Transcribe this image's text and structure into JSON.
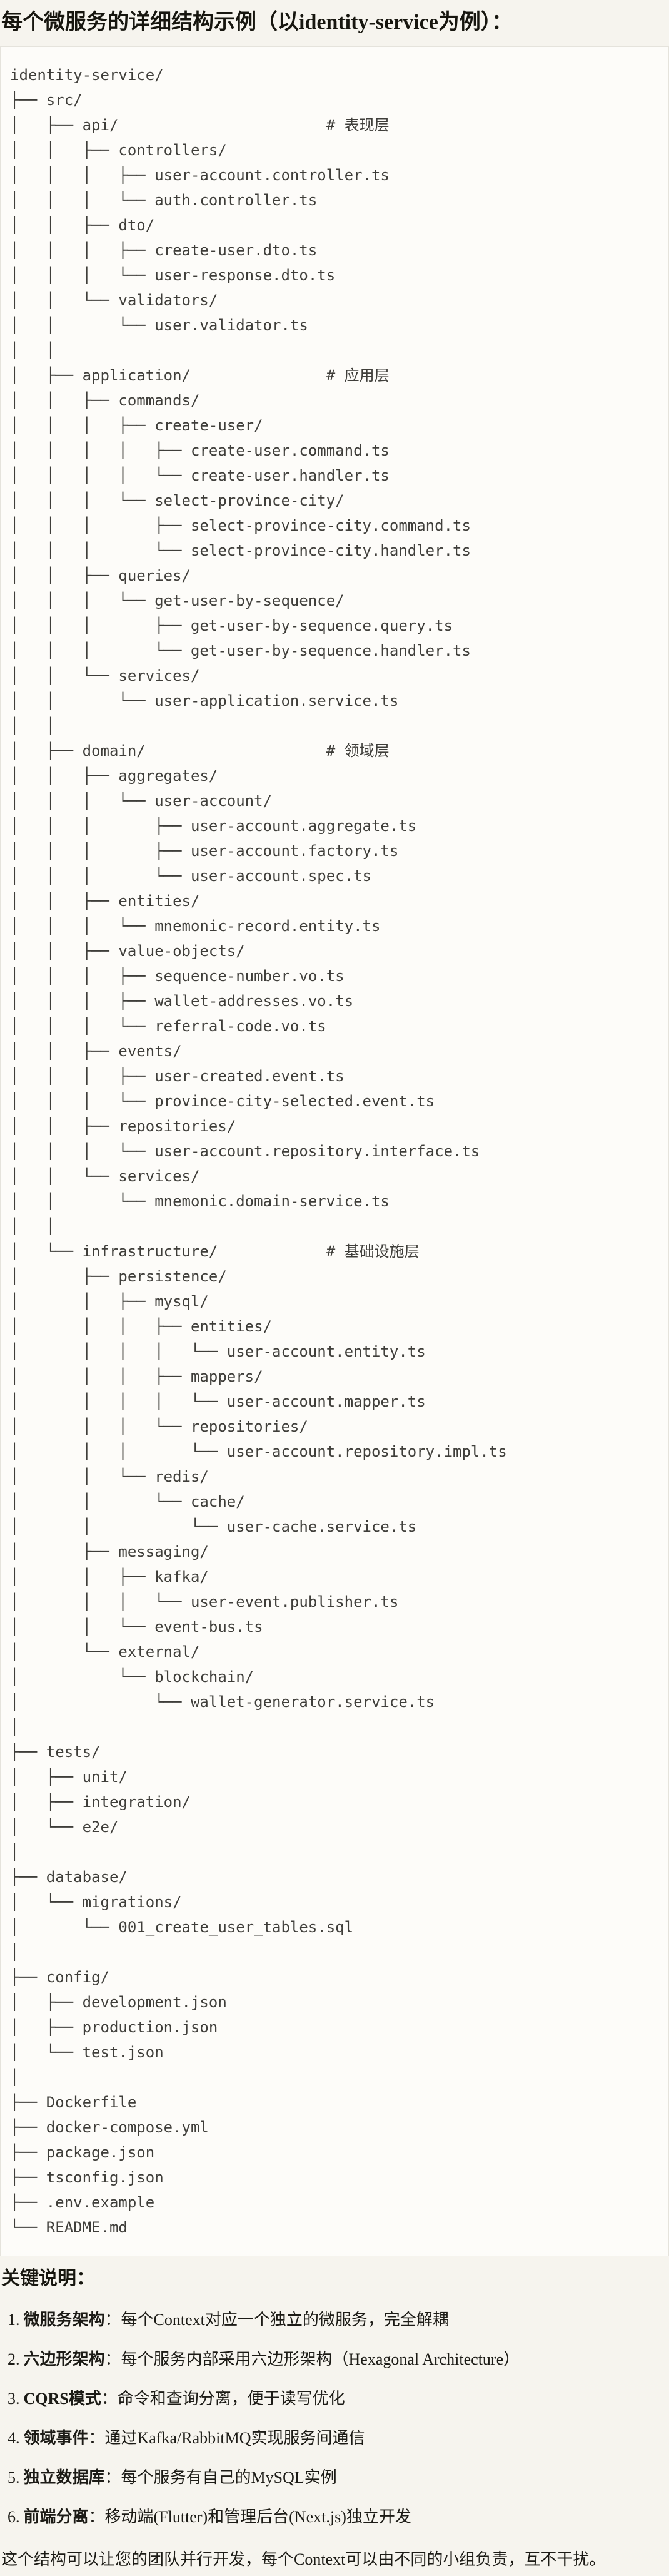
{
  "title": "每个微服务的详细结构示例（以identity-service为例）：",
  "tree_lines": [
    "identity-service/",
    "├── src/",
    "│   ├── api/                       # 表现层",
    "│   │   ├── controllers/",
    "│   │   │   ├── user-account.controller.ts",
    "│   │   │   └── auth.controller.ts",
    "│   │   ├── dto/",
    "│   │   │   ├── create-user.dto.ts",
    "│   │   │   └── user-response.dto.ts",
    "│   │   └── validators/",
    "│   │       └── user.validator.ts",
    "│   │",
    "│   ├── application/               # 应用层",
    "│   │   ├── commands/",
    "│   │   │   ├── create-user/",
    "│   │   │   │   ├── create-user.command.ts",
    "│   │   │   │   └── create-user.handler.ts",
    "│   │   │   └── select-province-city/",
    "│   │   │       ├── select-province-city.command.ts",
    "│   │   │       └── select-province-city.handler.ts",
    "│   │   ├── queries/",
    "│   │   │   └── get-user-by-sequence/",
    "│   │   │       ├── get-user-by-sequence.query.ts",
    "│   │   │       └── get-user-by-sequence.handler.ts",
    "│   │   └── services/",
    "│   │       └── user-application.service.ts",
    "│   │",
    "│   ├── domain/                    # 领域层",
    "│   │   ├── aggregates/",
    "│   │   │   └── user-account/",
    "│   │   │       ├── user-account.aggregate.ts",
    "│   │   │       ├── user-account.factory.ts",
    "│   │   │       └── user-account.spec.ts",
    "│   │   ├── entities/",
    "│   │   │   └── mnemonic-record.entity.ts",
    "│   │   ├── value-objects/",
    "│   │   │   ├── sequence-number.vo.ts",
    "│   │   │   ├── wallet-addresses.vo.ts",
    "│   │   │   └── referral-code.vo.ts",
    "│   │   ├── events/",
    "│   │   │   ├── user-created.event.ts",
    "│   │   │   └── province-city-selected.event.ts",
    "│   │   ├── repositories/",
    "│   │   │   └── user-account.repository.interface.ts",
    "│   │   └── services/",
    "│   │       └── mnemonic.domain-service.ts",
    "│   │",
    "│   └── infrastructure/            # 基础设施层",
    "│       ├── persistence/",
    "│       │   ├── mysql/",
    "│       │   │   ├── entities/",
    "│       │   │   │   └── user-account.entity.ts",
    "│       │   │   ├── mappers/",
    "│       │   │   │   └── user-account.mapper.ts",
    "│       │   │   └── repositories/",
    "│       │   │       └── user-account.repository.impl.ts",
    "│       │   └── redis/",
    "│       │       └── cache/",
    "│       │           └── user-cache.service.ts",
    "│       ├── messaging/",
    "│       │   ├── kafka/",
    "│       │   │   └── user-event.publisher.ts",
    "│       │   └── event-bus.ts",
    "│       └── external/",
    "│           └── blockchain/",
    "│               └── wallet-generator.service.ts",
    "│",
    "├── tests/",
    "│   ├── unit/",
    "│   ├── integration/",
    "│   └── e2e/",
    "│",
    "├── database/",
    "│   └── migrations/",
    "│       └── 001_create_user_tables.sql",
    "│",
    "├── config/",
    "│   ├── development.json",
    "│   ├── production.json",
    "│   └── test.json",
    "│",
    "├── Dockerfile",
    "├── docker-compose.yml",
    "├── package.json",
    "├── tsconfig.json",
    "├── .env.example",
    "└── README.md"
  ],
  "notes": {
    "heading": "关键说明：",
    "items": [
      {
        "num": "1.",
        "label": "微服务架构",
        "text": "：每个Context对应一个独立的微服务，完全解耦"
      },
      {
        "num": "2.",
        "label": "六边形架构",
        "text": "：每个服务内部采用六边形架构（Hexagonal Architecture）"
      },
      {
        "num": "3.",
        "label": "CQRS模式",
        "text": "：命令和查询分离，便于读写优化"
      },
      {
        "num": "4.",
        "label": "领域事件",
        "text": "：通过Kafka/RabbitMQ实现服务间通信"
      },
      {
        "num": "5.",
        "label": "独立数据库",
        "text": "：每个服务有自己的MySQL实例"
      },
      {
        "num": "6.",
        "label": "前端分离",
        "text": "：移动端(Flutter)和管理后台(Next.js)独立开发"
      }
    ],
    "footer": "这个结构可以让您的团队并行开发，每个Context可以由不同的小组负责，互不干扰。"
  },
  "colors": {
    "page_bg": "#f6f4ee",
    "code_bg": "#fdfcf9",
    "border": "#e5e3dc",
    "heading_text": "#17160f",
    "code_text": "#3f3e3a",
    "body_text": "#1c1b16"
  }
}
